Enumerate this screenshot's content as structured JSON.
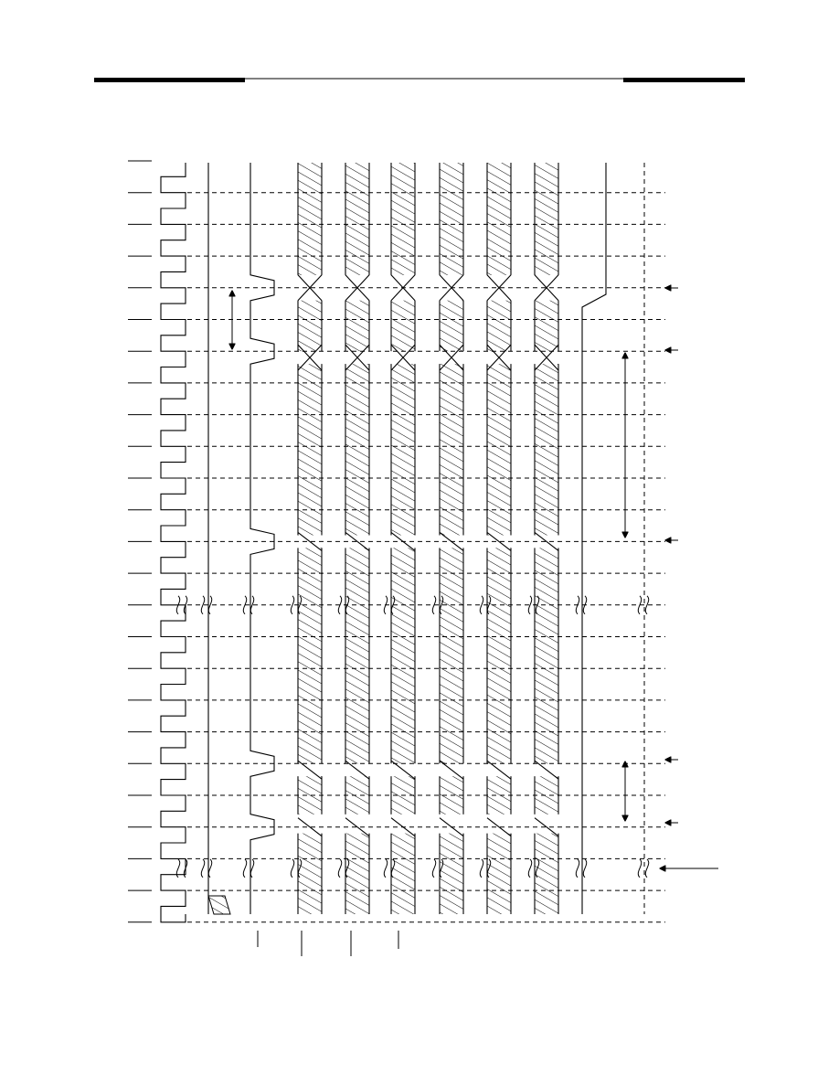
{
  "colors": {
    "ink": "#000000",
    "paper": "#ffffff"
  },
  "diagram": {
    "kind": "timing-diagram",
    "clock_cycles": 24,
    "signals": [
      {
        "id": "clk",
        "name": "",
        "waveform": "clock"
      },
      {
        "id": "s1",
        "name": "",
        "waveform": "level"
      },
      {
        "id": "s2",
        "name": "",
        "waveform": "strobe"
      },
      {
        "id": "d1",
        "name": "",
        "waveform": "bus"
      },
      {
        "id": "d2",
        "name": "",
        "waveform": "bus"
      },
      {
        "id": "d3",
        "name": "",
        "waveform": "bus"
      },
      {
        "id": "d4",
        "name": "",
        "waveform": "bus"
      },
      {
        "id": "d5",
        "name": "",
        "waveform": "bus"
      },
      {
        "id": "d6",
        "name": "",
        "waveform": "bus"
      },
      {
        "id": "s3",
        "name": "",
        "waveform": "step"
      },
      {
        "id": "ref",
        "name": "",
        "waveform": "dashed"
      }
    ],
    "time_breaks": 2,
    "interval_markers": 3,
    "event_pointers": 6
  }
}
